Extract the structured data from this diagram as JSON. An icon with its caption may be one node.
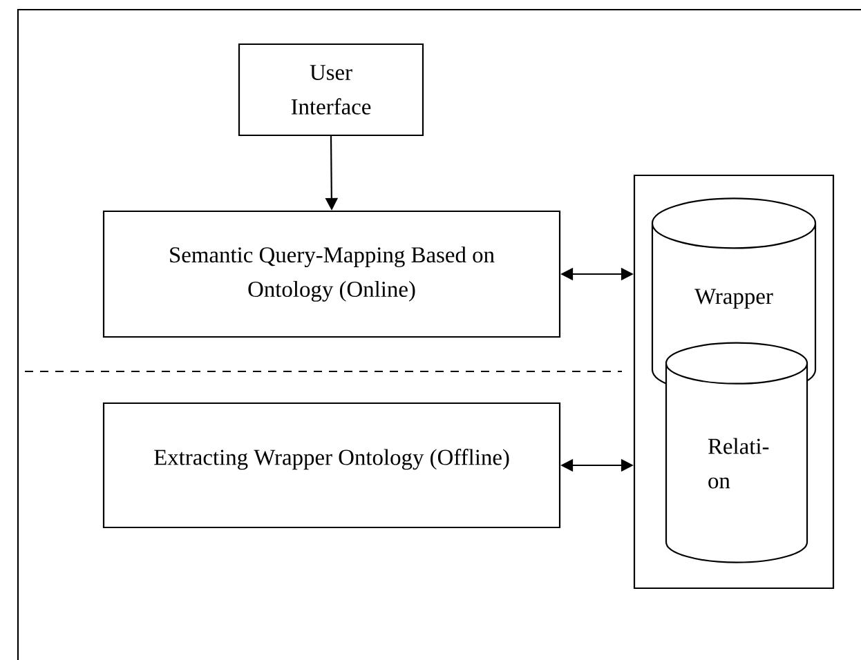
{
  "diagram": {
    "nodes": [
      {
        "text": [
          "User Interface"
        ]
      },
      {
        "text": [
          "Semantic Query-Mapping Based on Ontology (Online)"
        ]
      },
      {
        "text": [
          "Extracting Wrapper Ontology (Offline)"
        ]
      },
      {
        "text": [],
        "shape": "box"
      },
      {
        "text": [
          "Wrapper"
        ],
        "in": 3
      },
      {
        "text": [
          "Relati- on"
        ],
        "in": 3
      }
    ],
    "edges": [
      {
        "from": 0,
        "to": 1,
        "arrow": "to"
      },
      {
        "from": 1,
        "to": 3,
        "arrow": "both"
      },
      {
        "from": 2,
        "to": 3,
        "arrow": "both"
      }
    ]
  }
}
